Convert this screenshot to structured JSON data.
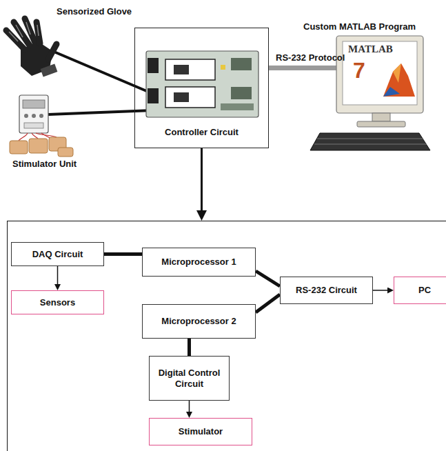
{
  "diagram": {
    "nodes": [
      {
        "text": [
          "Controller Circuit"
        ]
      },
      {
        "text": []
      },
      {
        "text": [
          "DAQ Circuit"
        ],
        "in": 1
      },
      {
        "text": [
          "Microprocessor 1"
        ],
        "in": 1
      },
      {
        "text": [
          "RS-232 Circuit"
        ],
        "in": 1
      },
      {
        "text": [
          "PC"
        ],
        "in": 1
      },
      {
        "text": [
          "Sensors"
        ],
        "in": 1
      },
      {
        "text": [
          "Microprocessor 2"
        ],
        "in": 1
      },
      {
        "text": [
          "Digital Control Circuit"
        ],
        "in": 1
      },
      {
        "text": [
          "Stimulator"
        ],
        "in": 1
      }
    ],
    "edges": [
      {
        "from": 0,
        "to": 1,
        "arrow": "to"
      },
      {
        "from": 2,
        "to": 3,
        "arrow": "none"
      },
      {
        "from": 2,
        "to": 6,
        "arrow": "to"
      },
      {
        "from": 3,
        "to": 4,
        "arrow": "none"
      },
      {
        "from": 7,
        "to": 4,
        "arrow": "none"
      },
      {
        "from": 4,
        "to": 5,
        "arrow": "to"
      },
      {
        "from": 7,
        "to": 8,
        "arrow": "none"
      },
      {
        "from": 8,
        "to": 9,
        "arrow": "to"
      }
    ],
    "labels": [
      "Sensorized Glove",
      "Custom MATLAB Program",
      "RS-232 Protocol",
      "MATLAB",
      "7",
      "Stimulator Unit"
    ]
  }
}
